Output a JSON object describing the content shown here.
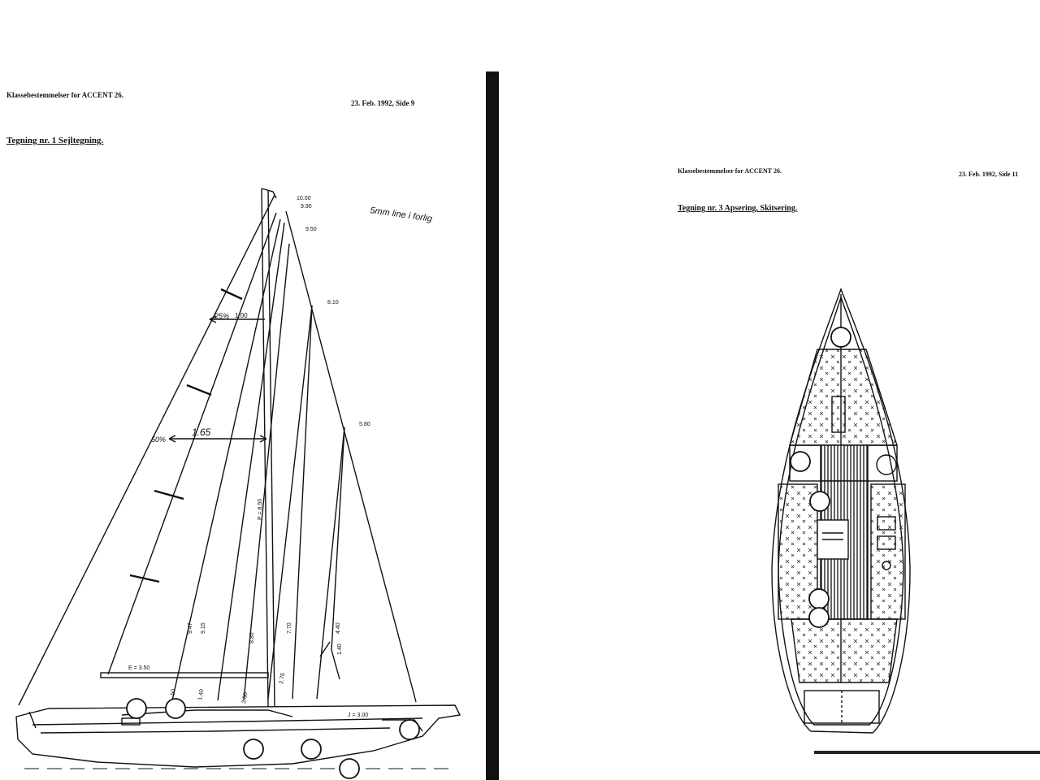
{
  "left_page": {
    "header_left": "Klassebestemmelser for ACCENT 26.",
    "header_right": "23. Feb. 1992, Side 9",
    "title": "Tegning nr. 1 Sejltegning.",
    "handwritten_note": "5mm line i forlig",
    "dimensions": {
      "mast_top": "10.00",
      "mast_b": "9.90",
      "forestay_top": "9.50",
      "hounds": "8.10",
      "spreader": "5.80",
      "girth_pct_upper": "25%",
      "girth_upper": "1.00",
      "girth_pct_lower": "50%",
      "girth_lower": "1.65",
      "p": "P = 8.50",
      "e": "E = 3.50",
      "j": "J = 3.00",
      "luff_a": "9.47",
      "luff_b": "9.15",
      "jib_luff": "8.80",
      "jib_leech": "7.70",
      "small_a": "4.40",
      "small_b": "1.40",
      "small_c": "2.75",
      "foot_a": "2.30",
      "foot_b": "1.40",
      "foot_c": ".50"
    }
  },
  "right_page": {
    "header_left": "Klassebestemmelser for ACCENT 26.",
    "header_right": "23. Feb. 1992, Side 11",
    "title": "Tegning nr. 3 Apsering, Skitsering."
  },
  "colors": {
    "ink": "#111111",
    "paper": "#ffffff",
    "divider": "#111111"
  }
}
